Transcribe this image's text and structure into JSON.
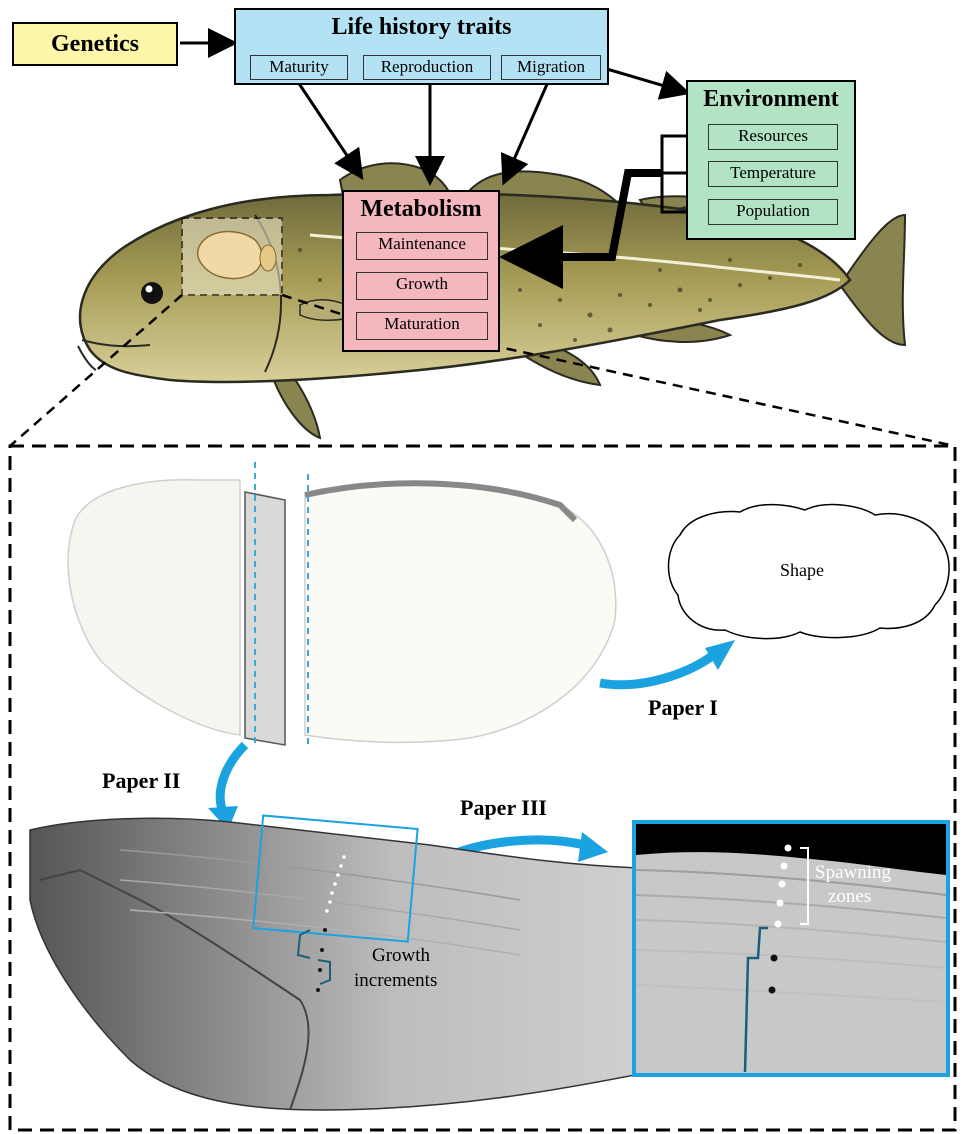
{
  "genetics": {
    "label": "Genetics"
  },
  "life_history": {
    "title": "Life history traits",
    "items": [
      "Maturity",
      "Reproduction",
      "Migration"
    ]
  },
  "environment": {
    "title": "Environment",
    "items": [
      "Resources",
      "Temperature",
      "Population"
    ]
  },
  "metabolism": {
    "title": "Metabolism",
    "items": [
      "Maintenance",
      "Growth",
      "Maturation"
    ]
  },
  "otolith": {
    "shape_label": "Shape",
    "paper1": "Paper I",
    "paper2": "Paper II",
    "paper3": "Paper III",
    "growth_label_1": "Growth",
    "growth_label_2": "increments",
    "spawning_label_1": "Spawning",
    "spawning_label_2": "zones"
  },
  "colors": {
    "genetics": "#fdf6a8",
    "life_history": "#b4e2f5",
    "environment": "#b2e3c4",
    "metabolism": "#f4b7be",
    "arrow_blue": "#1aa3e0",
    "frame_blue": "#1aa3e0"
  }
}
